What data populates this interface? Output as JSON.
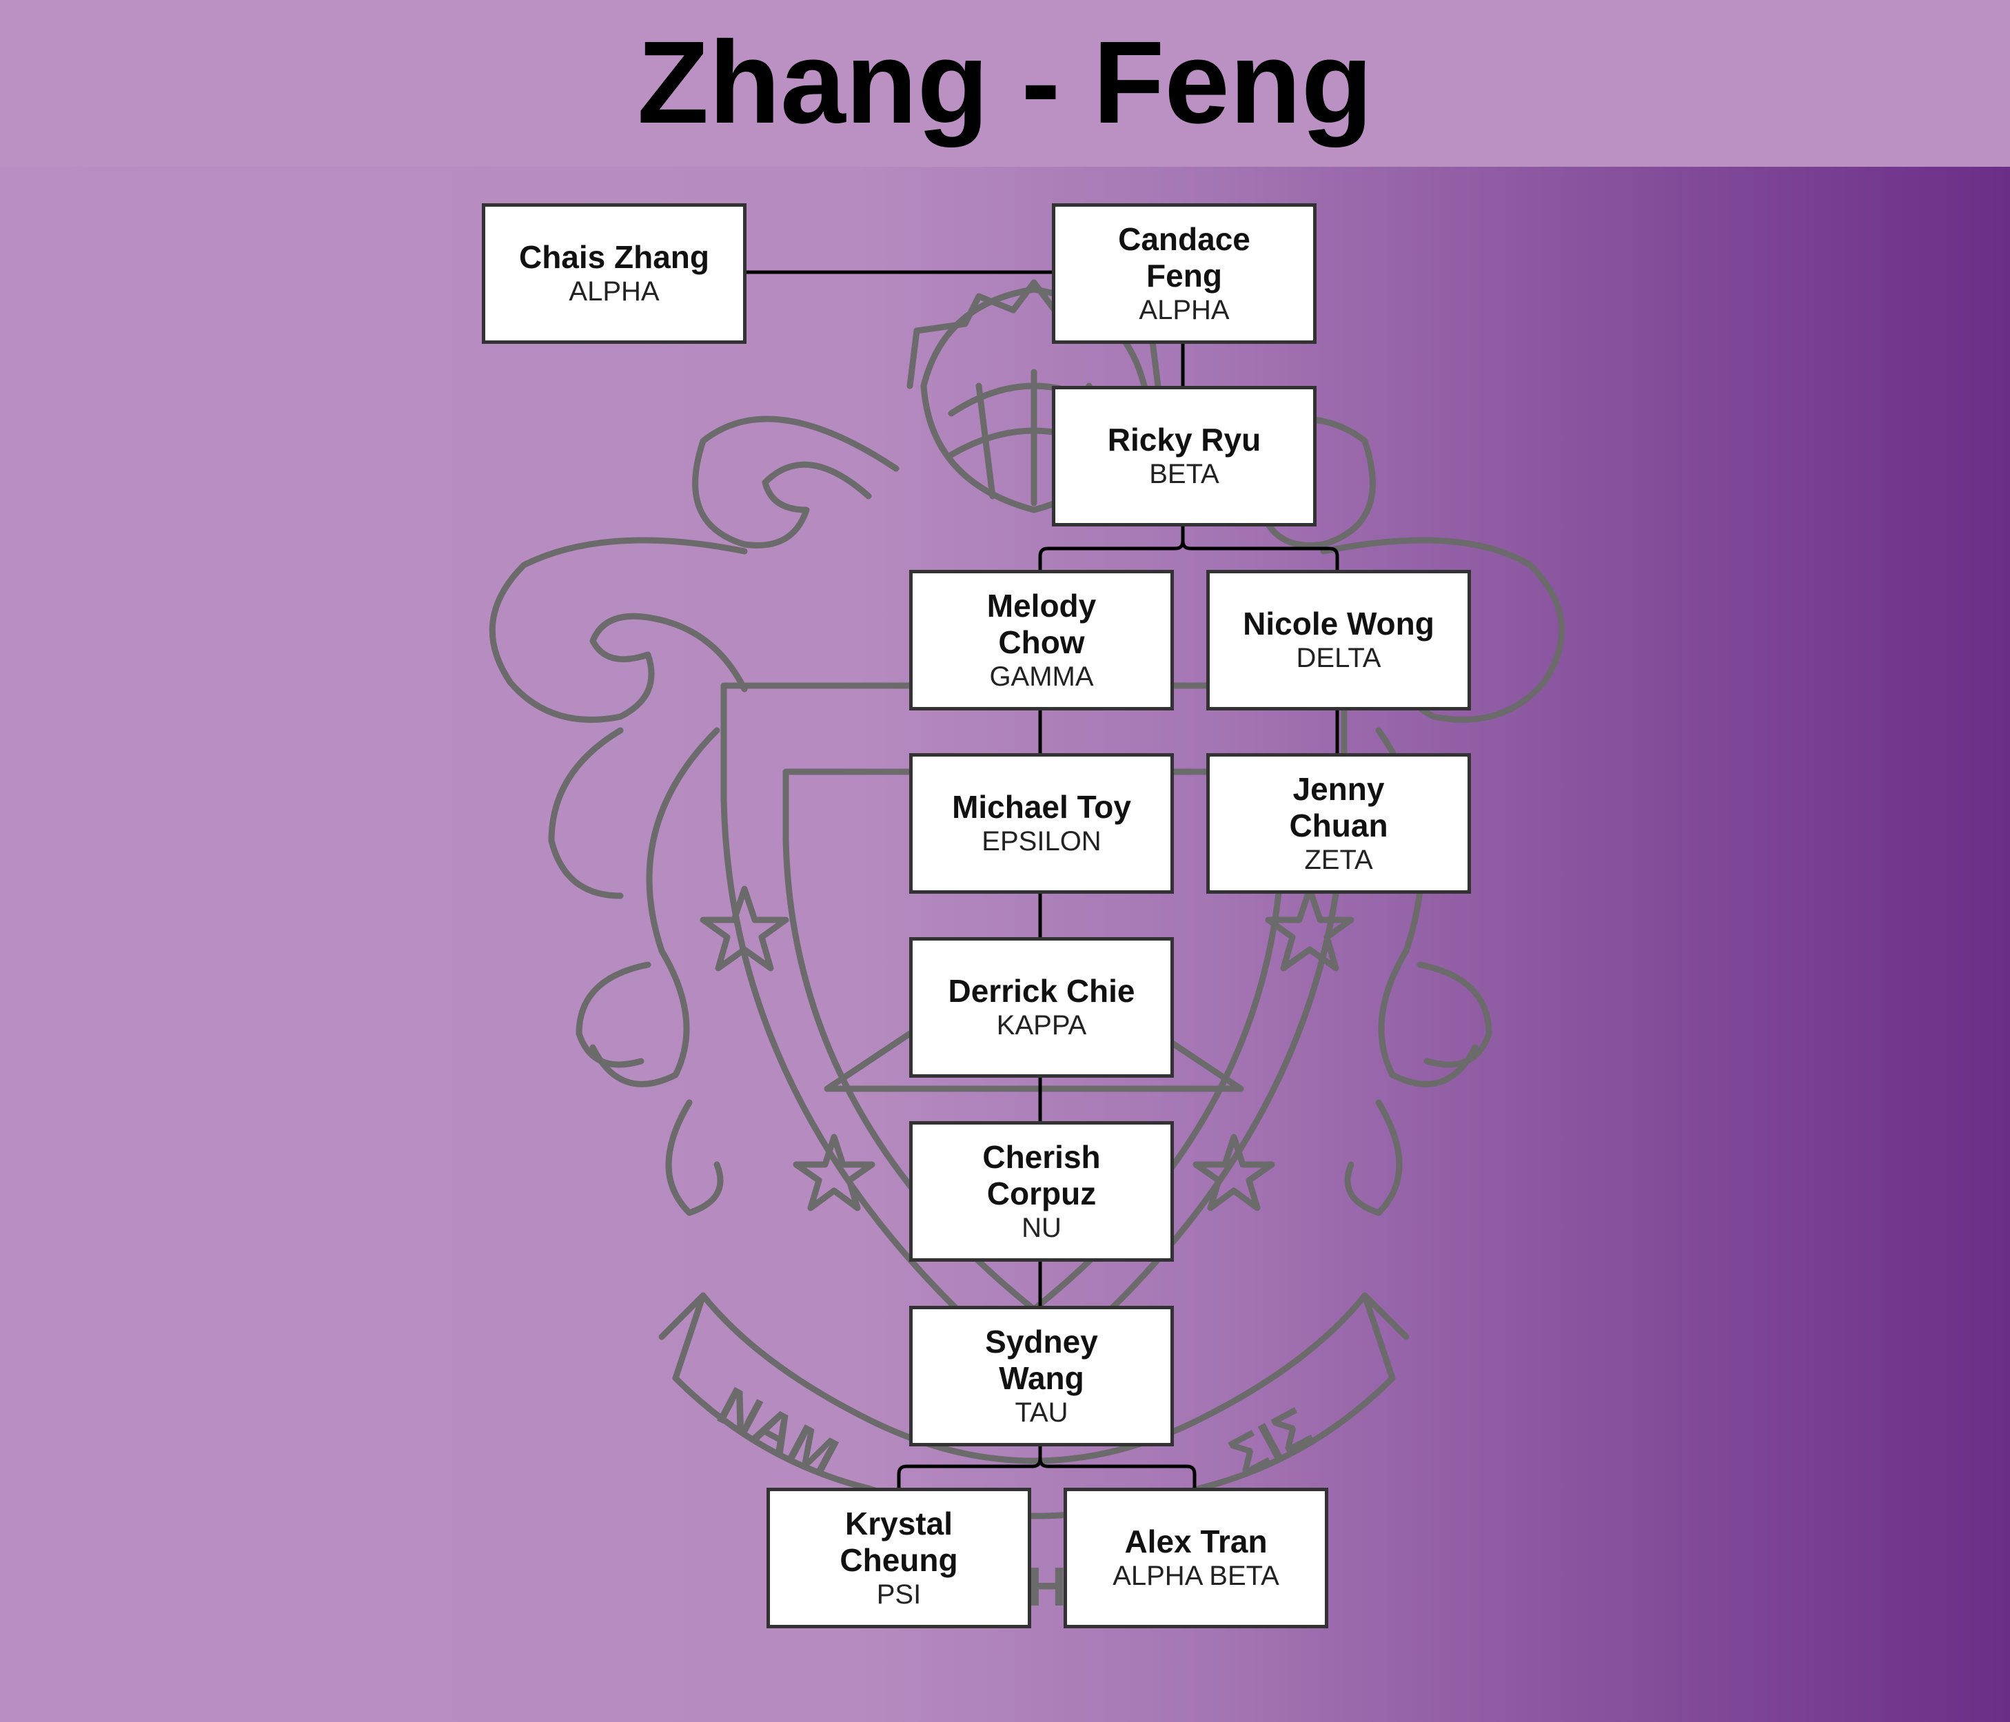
{
  "title": "Zhang - Feng",
  "colors": {
    "background_left": "#b88fc2",
    "background_right": "#6b2e87",
    "title_band": "#bb90c3",
    "crest_outline": "#6b6b6b",
    "box_fill": "#ffffff",
    "box_border": "#333333",
    "connector": "#000000"
  },
  "crest": {
    "banner_left": "NAM",
    "banner_right": "ΣΙΣ",
    "banner_center": "H"
  },
  "family": [
    {
      "id": "chais",
      "name_lines": [
        "Chais Zhang"
      ],
      "line": "ALPHA"
    },
    {
      "id": "candace",
      "name_lines": [
        "Candace",
        "Feng"
      ],
      "line": "ALPHA"
    },
    {
      "id": "ricky",
      "name_lines": [
        "Ricky Ryu"
      ],
      "line": "BETA"
    },
    {
      "id": "melody",
      "name_lines": [
        "Melody",
        "Chow"
      ],
      "line": "GAMMA"
    },
    {
      "id": "nicole",
      "name_lines": [
        "Nicole Wong"
      ],
      "line": "DELTA"
    },
    {
      "id": "michael",
      "name_lines": [
        "Michael Toy"
      ],
      "line": "EPSILON"
    },
    {
      "id": "jenny",
      "name_lines": [
        "Jenny",
        "Chuan"
      ],
      "line": "ZETA"
    },
    {
      "id": "derrick",
      "name_lines": [
        "Derrick Chie"
      ],
      "line": "KAPPA"
    },
    {
      "id": "cherish",
      "name_lines": [
        "Cherish",
        "Corpuz"
      ],
      "line": "NU"
    },
    {
      "id": "sydney",
      "name_lines": [
        "Sydney",
        "Wang"
      ],
      "line": "TAU"
    },
    {
      "id": "krystal",
      "name_lines": [
        "Krystal",
        "Cheung"
      ],
      "line": "PSI"
    },
    {
      "id": "alex",
      "name_lines": [
        "Alex Tran"
      ],
      "line": "ALPHA BETA"
    }
  ],
  "relations": [
    {
      "type": "partner",
      "a": "chais",
      "b": "candace"
    },
    {
      "type": "child",
      "parent": "candace",
      "children": [
        "ricky"
      ]
    },
    {
      "type": "child",
      "parent": "ricky",
      "children": [
        "melody",
        "nicole"
      ]
    },
    {
      "type": "child",
      "parent": "melody",
      "children": [
        "michael"
      ]
    },
    {
      "type": "child",
      "parent": "nicole",
      "children": [
        "jenny"
      ]
    },
    {
      "type": "child",
      "parent": "michael",
      "children": [
        "derrick"
      ]
    },
    {
      "type": "child",
      "parent": "derrick",
      "children": [
        "cherish"
      ]
    },
    {
      "type": "child",
      "parent": "cherish",
      "children": [
        "sydney"
      ]
    },
    {
      "type": "child",
      "parent": "sydney",
      "children": [
        "krystal",
        "alex"
      ]
    }
  ]
}
